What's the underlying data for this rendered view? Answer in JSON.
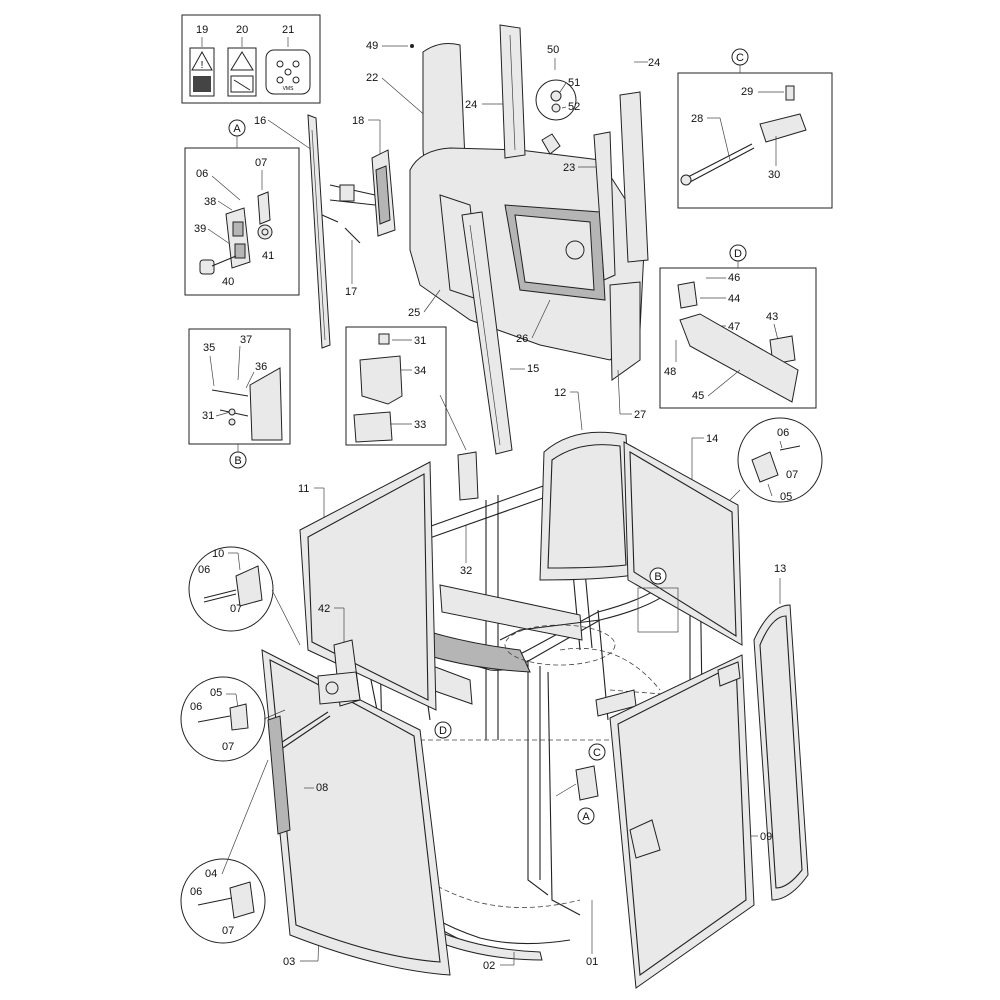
{
  "labels": {
    "p19": "19",
    "p20": "20",
    "p21": "21",
    "p49": "49",
    "p22": "22",
    "p24a": "24",
    "p24b": "24",
    "p50": "50",
    "p51": "51",
    "p52": "52",
    "p23": "23",
    "p16": "16",
    "p18": "18",
    "p17": "17",
    "p25": "25",
    "p15": "15",
    "p26": "26",
    "p27": "27",
    "pA06": "06",
    "pA07": "07",
    "p38": "38",
    "p39": "39",
    "p40": "40",
    "p41": "41",
    "p29": "29",
    "p28": "28",
    "p30": "30",
    "p46": "46",
    "p44": "44",
    "p47": "47",
    "p43": "43",
    "p48": "48",
    "p45": "45",
    "p35": "35",
    "p37": "37",
    "p36": "36",
    "pB31": "31",
    "p31": "31",
    "p34": "34",
    "p33": "33",
    "p32": "32",
    "p12": "12",
    "p14": "14",
    "p11": "11",
    "p13": "13",
    "pR06": "06",
    "pR07": "07",
    "pR05": "05",
    "p10": "10",
    "pL1_06": "06",
    "pL1_07": "07",
    "p42": "42",
    "pL2_05": "05",
    "pL2_06": "06",
    "pL2_07": "07",
    "p08": "08",
    "p04": "04",
    "pL3_06": "06",
    "pL3_07": "07",
    "p03": "03",
    "p02": "02",
    "p01": "01",
    "p09": "09"
  },
  "callouts": {
    "A_box": "A",
    "B_box": "B",
    "C_box": "C",
    "D_box": "D",
    "B_frame": "B",
    "C_frame": "C",
    "D_frame": "D",
    "A_frame": "A"
  },
  "sticker_text": "VMS"
}
